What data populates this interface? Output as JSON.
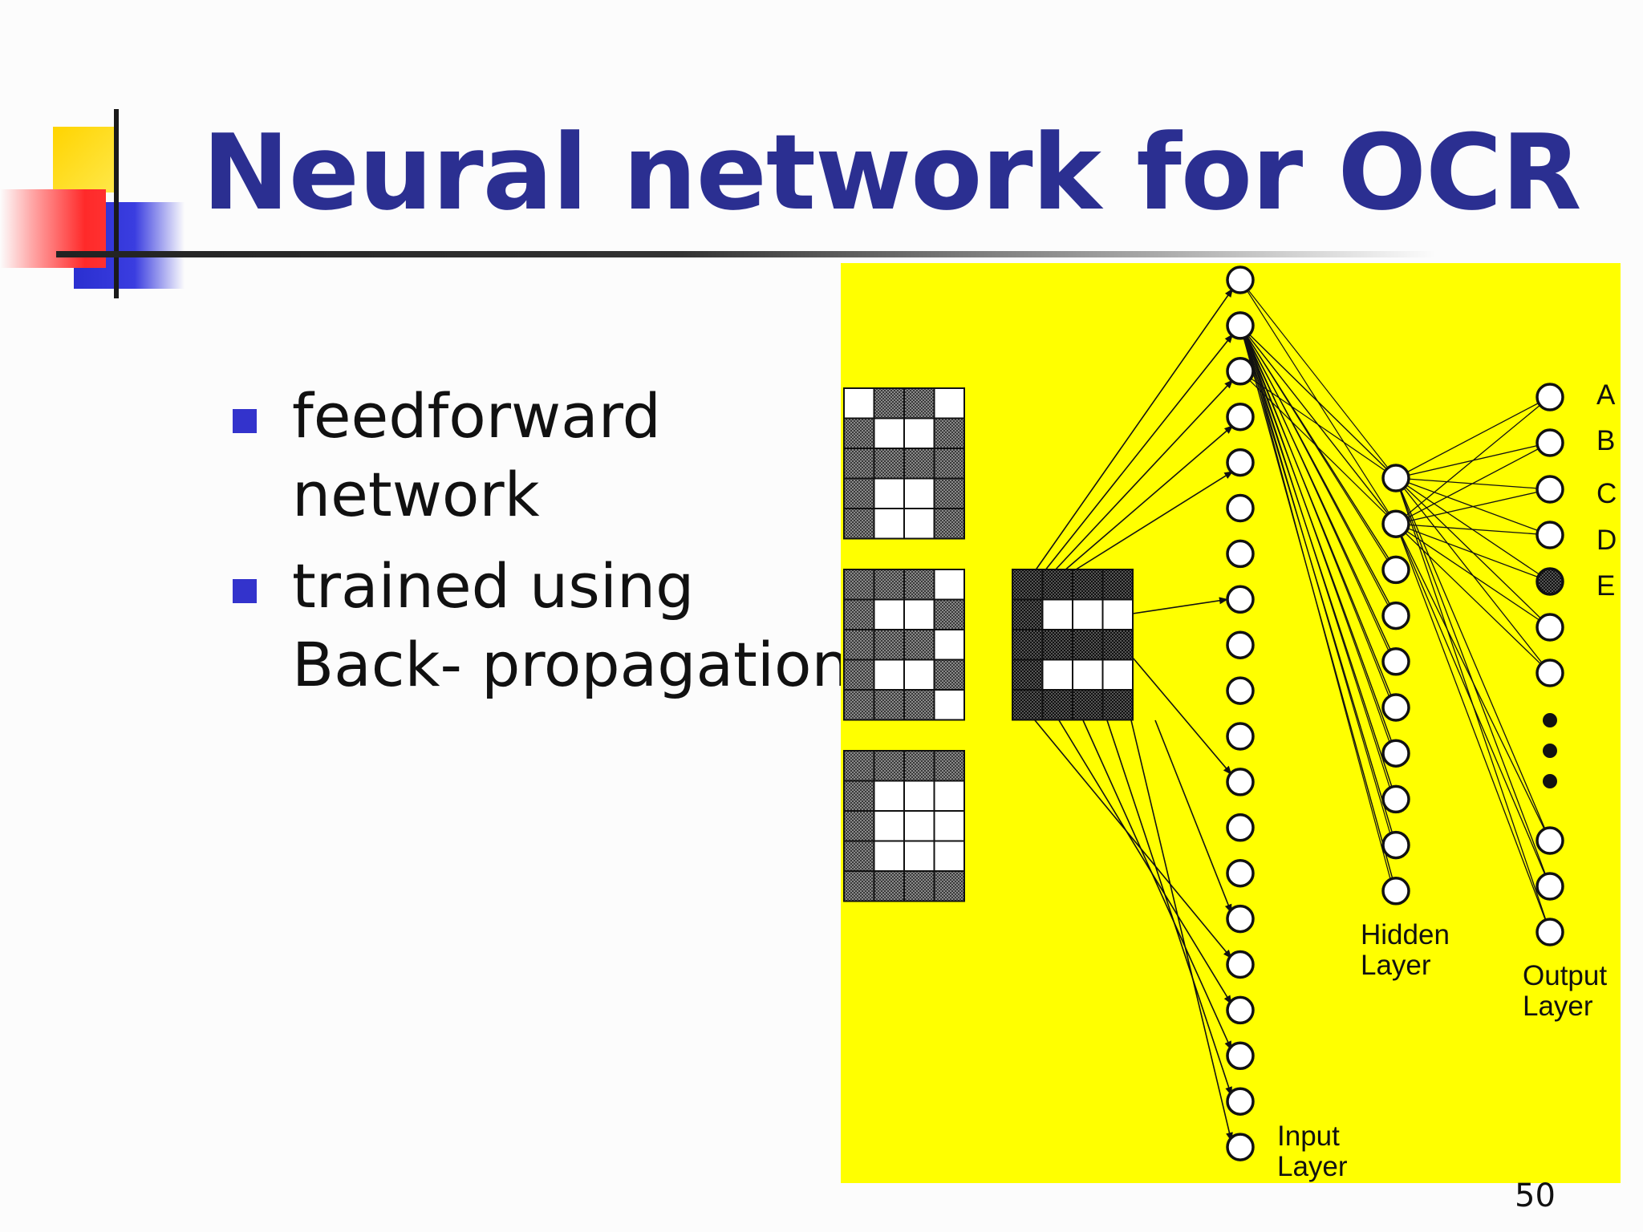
{
  "slide": {
    "title": "Neural network for OCR",
    "bullets": [
      {
        "lines": [
          "feedforward",
          "network"
        ]
      },
      {
        "lines": [
          "trained using",
          "Back- propagation"
        ]
      }
    ],
    "page_number": "50"
  },
  "diagram": {
    "background_color": "#ffff00",
    "letter_grids": [
      [
        [
          0,
          1,
          1,
          0
        ],
        [
          1,
          0,
          0,
          1
        ],
        [
          1,
          1,
          1,
          1
        ],
        [
          1,
          0,
          0,
          1
        ],
        [
          1,
          0,
          0,
          1
        ]
      ],
      [
        [
          1,
          1,
          1,
          0
        ],
        [
          1,
          0,
          0,
          1
        ],
        [
          1,
          1,
          1,
          0
        ],
        [
          1,
          0,
          0,
          1
        ],
        [
          1,
          1,
          1,
          0
        ]
      ],
      [
        [
          1,
          1,
          1,
          1
        ],
        [
          1,
          0,
          0,
          0
        ],
        [
          1,
          0,
          0,
          0
        ],
        [
          1,
          0,
          0,
          0
        ],
        [
          1,
          1,
          1,
          1
        ]
      ]
    ],
    "input_grid": [
      [
        1,
        1,
        1,
        1
      ],
      [
        1,
        0,
        0,
        0
      ],
      [
        1,
        1,
        1,
        1
      ],
      [
        1,
        0,
        0,
        0
      ],
      [
        1,
        1,
        1,
        1
      ]
    ],
    "layers": {
      "input": {
        "label_lines": [
          "Input",
          "Layer"
        ],
        "node_count": 20
      },
      "hidden": {
        "label_lines": [
          "Hidden",
          "Layer"
        ],
        "node_count": 10
      },
      "output": {
        "label_lines": [
          "Output",
          "Layer"
        ],
        "node_labels": [
          "A",
          "B",
          "C",
          "D",
          "E"
        ],
        "active_node": "E",
        "upper_count": 7,
        "lower_count": 3
      }
    }
  }
}
